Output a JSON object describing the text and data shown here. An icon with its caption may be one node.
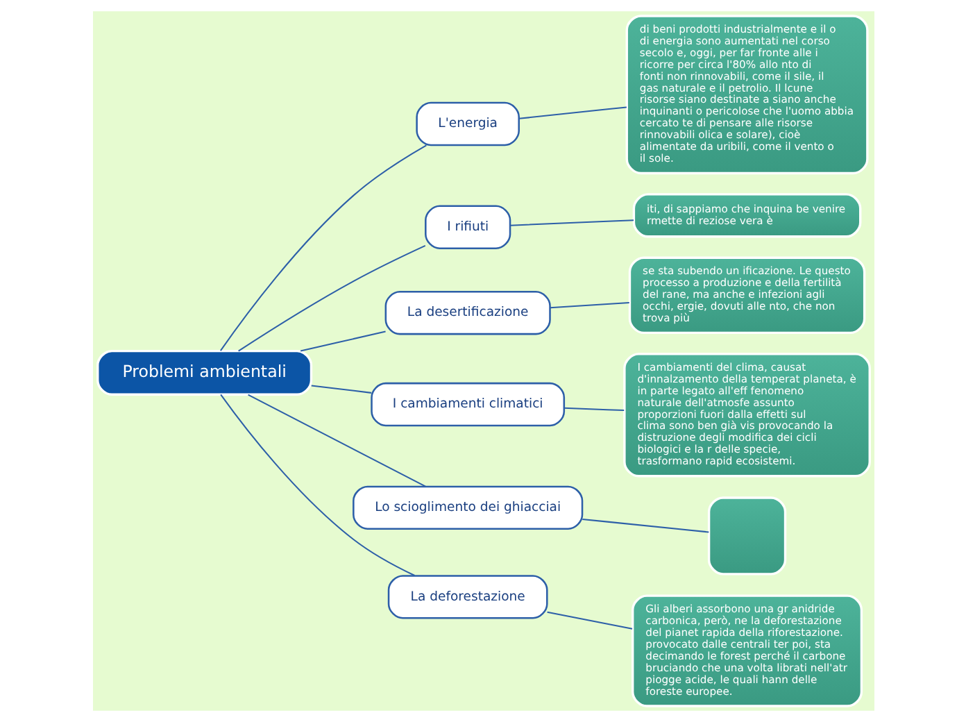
{
  "diagram": {
    "nodes": [
      {
        "text": [
          "Problemi ambientali"
        ]
      },
      {
        "text": [
          "L'energia"
        ]
      },
      {
        "text": [
          "di beni prodotti industrialmente e il o di energia sono aumentati nel corso secolo e, oggi, per far fronte alle i ricorre per circa l'80% allo nto di fonti non rinnovabili, come il sile, il gas naturale e il petrolio. Il lcune risorse siano destinate a siano anche inquinanti o pericolose che l'uomo abbia cercato te di pensare alle risorse rinnovabili olica e solare), cioè alimentate da uribili, come il vento o il sole."
        ]
      },
      {
        "text": [
          "I rifiuti"
        ]
      },
      {
        "text": [
          "iti, di sappiamo che inquina be venire rmette di reziose vera è"
        ]
      },
      {
        "text": [
          "La desertificazione"
        ]
      },
      {
        "text": [
          "se sta subendo un ificazione. Le questo processo a produzione e della fertilità del rane, ma anche e infezioni agli occhi, ergie, dovuti alle nto, che non trova più"
        ]
      },
      {
        "text": [
          "I cambiamenti climatici"
        ]
      },
      {
        "text": [
          "I cambiamenti del clima, causat d'innalzamento della temperat planeta, è in parte legato all'eff fenomeno naturale dell'atmosfe assunto proporzioni fuori dalla effetti sul clima sono ben già vis provocando la distruzione degli modifica dei cicli biologici e la r delle specie, trasformano rapid ecosistemi."
        ]
      },
      {
        "text": [
          "Lo scioglimento dei ghiacciai"
        ]
      },
      {
        "text": [],
        "shape": "box"
      },
      {
        "text": [
          "La deforestazione"
        ]
      },
      {
        "text": [
          "Gli alberi assorbono una gr anidride carbonica, però, ne la deforestazione del pianet rapida della riforestazione. provocato dalle centrali ter poi, sta decimando le forest perché il carbone bruciando che una volta librati nell'atr piogge acide, le quali hann delle foreste europee."
        ]
      }
    ],
    "edges": [
      {
        "from": 0,
        "to": 1,
        "arrow": "none"
      },
      {
        "from": 1,
        "to": 2,
        "arrow": "none"
      },
      {
        "from": 0,
        "to": 3,
        "arrow": "none"
      },
      {
        "from": 3,
        "to": 4,
        "arrow": "none"
      },
      {
        "from": 0,
        "to": 5,
        "arrow": "none"
      },
      {
        "from": 5,
        "to": 6,
        "arrow": "none"
      },
      {
        "from": 0,
        "to": 7,
        "arrow": "none"
      },
      {
        "from": 7,
        "to": 8,
        "arrow": "none"
      },
      {
        "from": 0,
        "to": 9,
        "arrow": "none"
      },
      {
        "from": 9,
        "to": 10,
        "arrow": "none"
      },
      {
        "from": 0,
        "to": 11,
        "arrow": "none"
      },
      {
        "from": 11,
        "to": 12,
        "arrow": "none"
      }
    ]
  }
}
